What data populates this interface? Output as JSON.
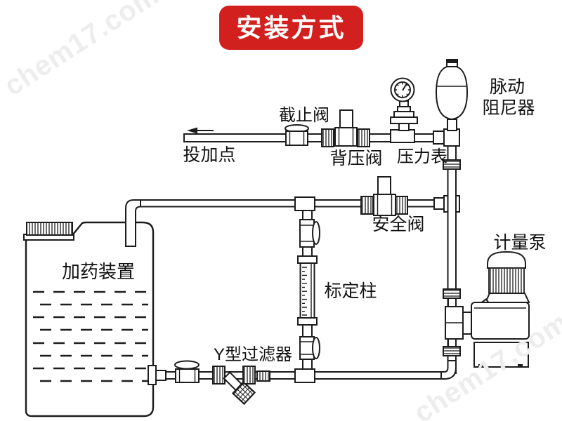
{
  "banner": {
    "title": "安装方式"
  },
  "watermark": {
    "text": "chem17.com"
  },
  "colors": {
    "banner_red": "#d2201e",
    "line": "#1c1c1c",
    "watermark_gray": "#ededed"
  },
  "labels": {
    "dosing_point": "投加点",
    "stop_valve": "截止阀",
    "back_pressure_valve": "背压阀",
    "pressure_gauge": "压力表",
    "pulse_damper_line1": "脉动",
    "pulse_damper_line2": "阻尼器",
    "safety_valve": "安全阀",
    "dosing_device": "加药装置",
    "calibration_column": "标定柱",
    "y_filter": "Y型过滤器",
    "metering_pump": "计量泵"
  }
}
